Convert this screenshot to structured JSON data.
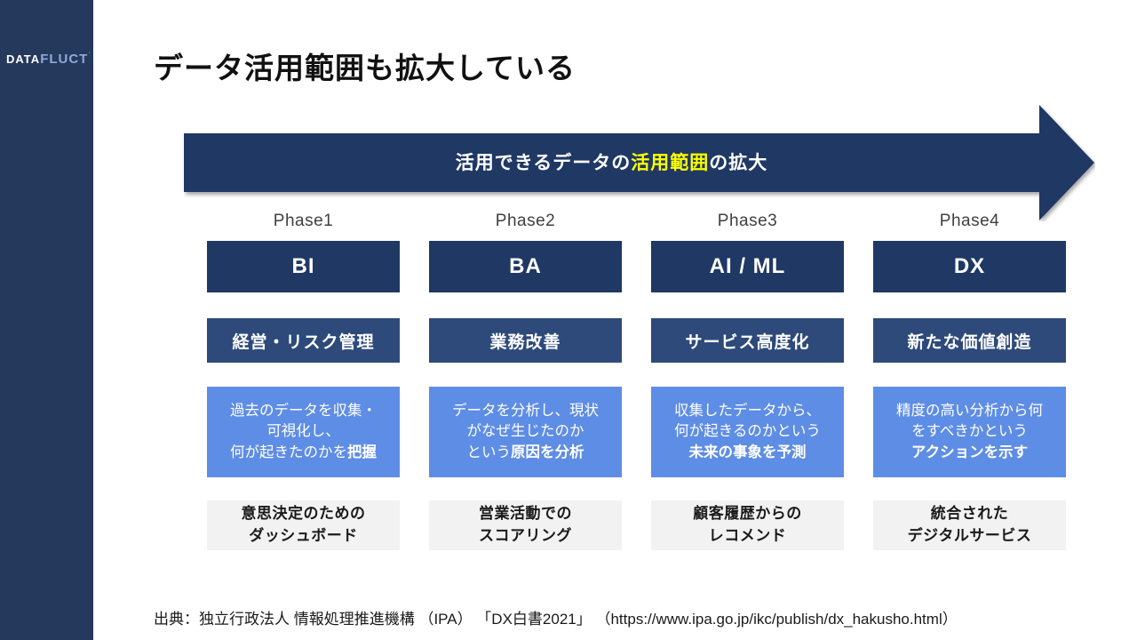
{
  "slide": {
    "title": "データ活用範囲も拡大している",
    "logo": {
      "part1": "DATA",
      "part2": "FLUCT"
    },
    "banner": {
      "pre": "活用できるデータの",
      "highlight": "活用範囲",
      "post": "の拡大"
    },
    "source": "出典：独立行政法人 情報処理推進機構 （IPA） 「DX白書2021」 （https://www.ipa.go.jp/ikc/publish/dx_hakusho.html）"
  },
  "colors": {
    "sidebar": "#24395c",
    "arrow_navy": "#1f3864",
    "category_navy": "#2e4a7b",
    "desc_blue": "#5e8de5",
    "example_gray": "#f2f2f2",
    "highlight_yellow": "#ffff00"
  },
  "columns": [
    {
      "phase": "Phase1",
      "header": "BI",
      "category": "経営・リスク管理",
      "desc": {
        "l1": "過去のデータを収集・",
        "l2": "可視化し、",
        "l3_pre": "何が起きたのかを",
        "l3_bold": "把握"
      },
      "example": {
        "l1": "意思決定のための",
        "l2": "ダッシュボード"
      }
    },
    {
      "phase": "Phase2",
      "header": "BA",
      "category": "業務改善",
      "desc": {
        "l1": "データを分析し、現状",
        "l2": "がなぜ生じたのか",
        "l3_pre": "という",
        "l3_bold": "原因を分析"
      },
      "example": {
        "l1": "営業活動での",
        "l2": "スコアリング"
      }
    },
    {
      "phase": "Phase3",
      "header": "AI / ML",
      "category": "サービス高度化",
      "desc": {
        "l1": "収集したデータから、",
        "l2": "何が起きるのかという",
        "l3_pre": "",
        "l3_bold": "未来の事象を予測"
      },
      "example": {
        "l1": "顧客履歴からの",
        "l2": "レコメンド"
      }
    },
    {
      "phase": "Phase4",
      "header": "DX",
      "category": "新たな価値創造",
      "desc": {
        "l1": "精度の高い分析から何",
        "l2": "をすべきかという",
        "l3_pre": "",
        "l3_bold": "アクションを示す"
      },
      "example": {
        "l1": "統合された",
        "l2": "デジタルサービス"
      }
    }
  ]
}
